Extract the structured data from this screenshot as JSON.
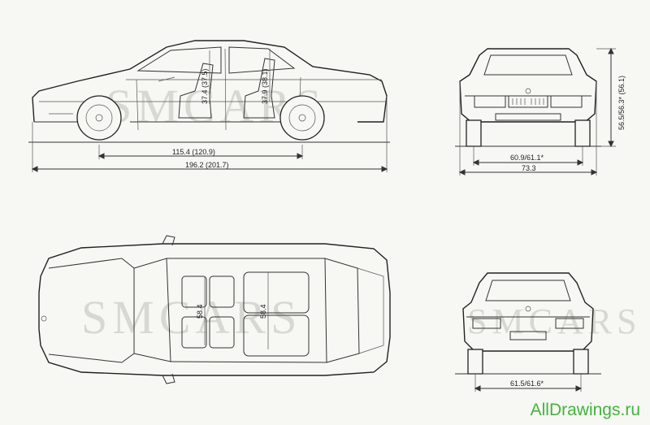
{
  "dimensions": {
    "side_wheelbase": "115.4 (120.9)",
    "side_length": "196.2 (201.7)",
    "side_front_headroom": "37.4 (37.5)",
    "side_rear_headroom": "37.9 (38.1)",
    "front_track": "60.9/61.1*",
    "front_width": "73.3",
    "front_height": "56.5/56.3* (56.1)",
    "top_front_shoulder": "58.4",
    "top_rear_shoulder": "58.4",
    "rear_track": "61.5/61.6*"
  },
  "watermark": "SMCARS",
  "site_label": "AllDrawings.ru"
}
